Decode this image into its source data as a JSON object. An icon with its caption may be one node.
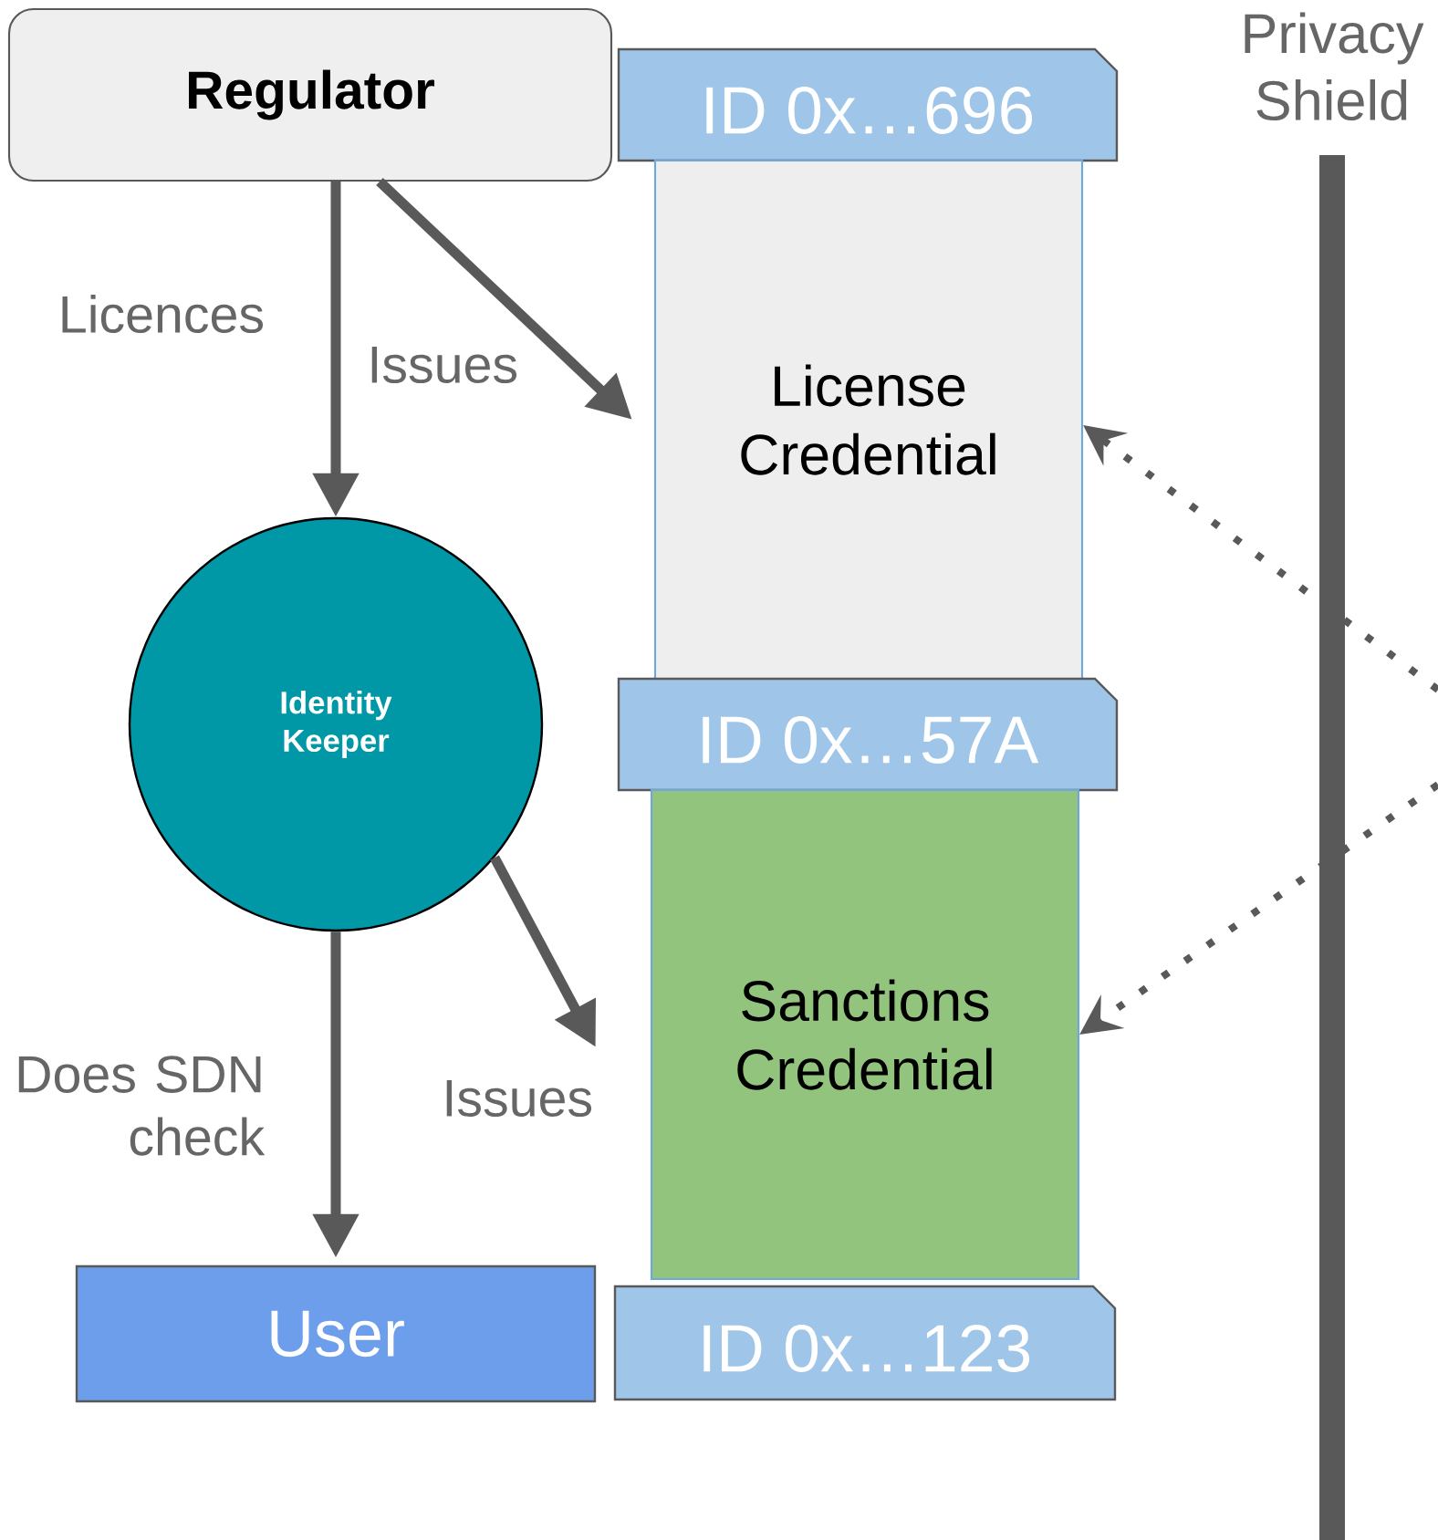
{
  "diagram": {
    "nodes": [
      {
        "text": [
          "Regulator"
        ]
      },
      {
        "text": [
          "ID 0x…696"
        ]
      },
      {
        "text": [
          "License Credential"
        ]
      },
      {
        "text": [
          "Identity Keeper"
        ]
      },
      {
        "text": [
          "ID 0x…57A"
        ]
      },
      {
        "text": [
          "Sanctions Credential"
        ]
      },
      {
        "text": [
          "User"
        ]
      },
      {
        "text": [
          "ID 0x…123"
        ]
      },
      {
        "text": [
          "Privacy Shield"
        ]
      }
    ],
    "edges": [
      {
        "from": 0,
        "to": 3,
        "arrow": "to",
        "label": "Licences"
      },
      {
        "from": 0,
        "to": 2,
        "arrow": "to",
        "label": "Issues"
      },
      {
        "from": 3,
        "to": 5,
        "arrow": "to",
        "label": "Issues"
      },
      {
        "from": 3,
        "to": 6,
        "arrow": "to",
        "label": "Does SDN check"
      },
      {
        "from": null,
        "to": 2,
        "arrow": "to",
        "style": "dashed"
      },
      {
        "from": null,
        "to": 5,
        "arrow": "to",
        "style": "dashed"
      }
    ]
  }
}
